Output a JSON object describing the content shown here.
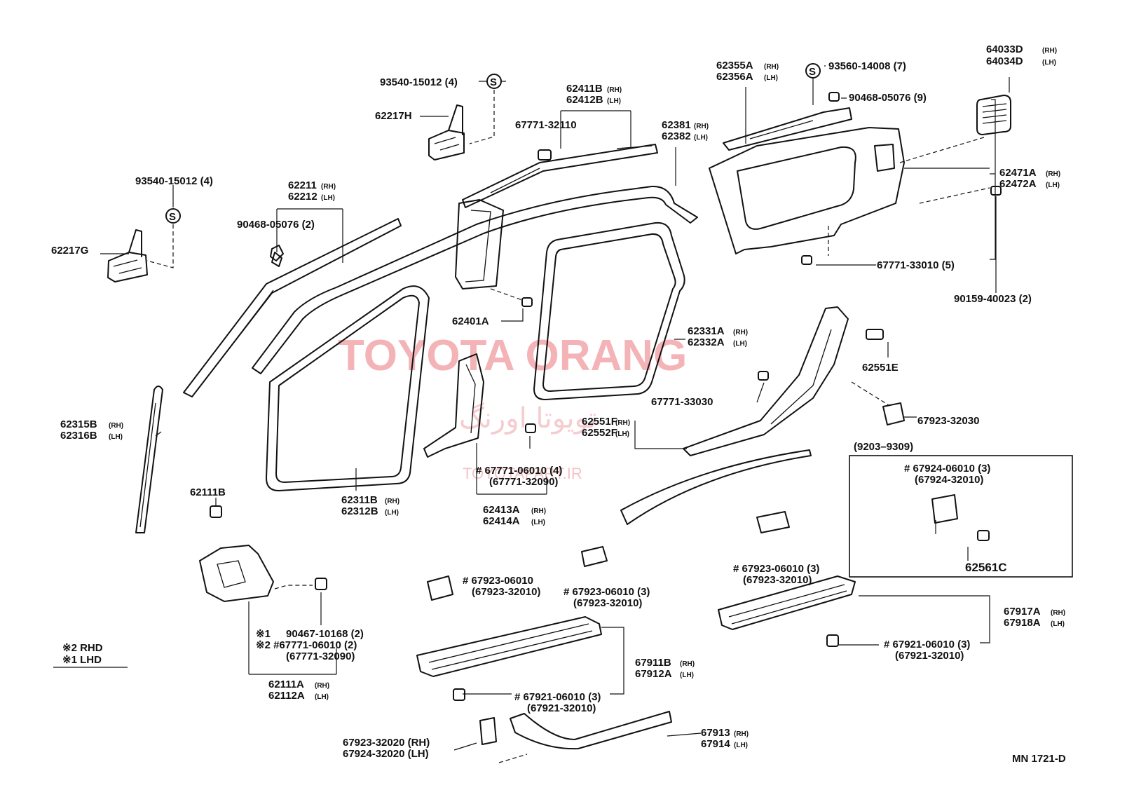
{
  "watermark": {
    "brand": "TOYOTA ORANG",
    "persian": "تویوتا اورنگ",
    "site": "TOYOTAPART.IR"
  },
  "diagram_code": "MN 1721-D",
  "legend": {
    "rhd": "※2  RHD",
    "lhd": "※1  LHD"
  },
  "labels": {
    "p93540_top": "93540-15012 (4)",
    "p62217H": "62217H",
    "p93540_left": "93540-15012 (4)",
    "p62211": "62211",
    "p62212": "62212",
    "p90468_left": "90468-05076 (2)",
    "p62217G": "62217G",
    "p62411B": "62411B",
    "p62412B": "62412B",
    "p67771_32110": "67771-32110",
    "p62381": "62381",
    "p62382": "62382",
    "p62355A": "62355A",
    "p62356A": "62356A",
    "p93560": "93560-14008 (7)",
    "p90468_right": "90468-05076 (9)",
    "p64033D": "64033D",
    "p64034D": "64034D",
    "p62471A": "62471A",
    "p62472A": "62472A",
    "p67771_33010": "67771-33010 (5)",
    "p90159": "90159-40023 (2)",
    "p62401A": "62401A",
    "p62331A": "62331A",
    "p62332A": "62332A",
    "p62551E": "62551E",
    "p67771_33030": "67771-33030",
    "p62551F": "62551F",
    "p62552F": "62552F",
    "p67923_32030": "67923-32030",
    "p62315B": "62315B",
    "p62316B": "62316B",
    "p62311B": "62311B",
    "p62312B": "62312B",
    "p67771_06010": "# 67771-06010 (4)",
    "p67771_32090": "(67771-32090)",
    "p62413A": "62413A",
    "p62414A": "62414A",
    "p62111B": "62111B",
    "box_title": "(9203–9309)",
    "box_l1": "# 67924-06010 (3)",
    "box_l2": "(67924-32010)",
    "p62561C": "62561C",
    "p67923_06010_mid_a": "# 67923-06010",
    "p67923_32010_mid_a": "(67923-32010)",
    "p67923_06010_mid_b": "# 67923-06010 (3)",
    "p67923_32010_mid_b": "(67923-32010)",
    "p67923_06010_right": "# 67923-06010 (3)",
    "p67923_32010_right": "(67923-32010)",
    "p90467": "90467-10168 (2)",
    "p_x1": "※1",
    "p_x2": "※2 #67771-06010 (2)",
    "p67771_32090_b": "(67771-32090)",
    "p62111A": "62111A",
    "p62112A": "62112A",
    "p67911B": "67911B",
    "p67912A": "67912A",
    "p67921_mid": "# 67921-06010 (3)",
    "p67921_mid_b": "(67921-32010)",
    "p67917A": "67917A",
    "p67918A": "67918A",
    "p67921_right": "# 67921-06010 (3)",
    "p67921_right_b": "(67921-32010)",
    "p67923_32020": "67923-32020 (RH)",
    "p67924_32020": "67924-32020 (LH)",
    "p67913": "67913",
    "p67914": "67914",
    "rh": "(RH)",
    "lh": "(LH)"
  }
}
